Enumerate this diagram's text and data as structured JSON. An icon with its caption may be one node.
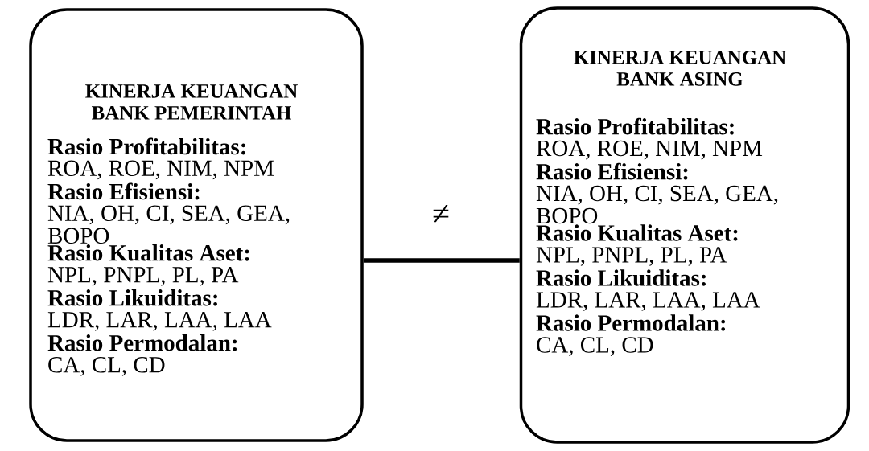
{
  "diagram": {
    "nodes": [
      {
        "text": [
          "KINERJA KEUANGAN BANK PEMERINTAH",
          "Rasio Profitabilitas:",
          "ROA, ROE, NIM, NPM",
          "Rasio Efisiensi:",
          "NIA, OH, CI, SEA, GEA, BOPO",
          "Rasio Kualitas Aset:",
          "NPL, PNPL, PL, PA",
          "Rasio Likuiditas:",
          "LDR, LAR, LAA, LAA",
          "Rasio Permodalan:",
          "CA, CL, CD"
        ]
      },
      {
        "text": [
          "KINERJA KEUANGAN BANK ASING",
          "Rasio Profitabilitas:",
          "ROA, ROE, NIM, NPM",
          "Rasio Efisiensi:",
          "NIA, OH, CI, SEA, GEA, BOPO",
          "Rasio Kualitas Aset:",
          "NPL, PNPL, PL, PA",
          "Rasio Likuiditas:",
          "LDR, LAR, LAA, LAA",
          "Rasio Permodalan:",
          "CA, CL, CD"
        ]
      }
    ],
    "edges": [
      {
        "from": 0,
        "to": 1,
        "arrow": "none",
        "label": "≠"
      }
    ]
  }
}
